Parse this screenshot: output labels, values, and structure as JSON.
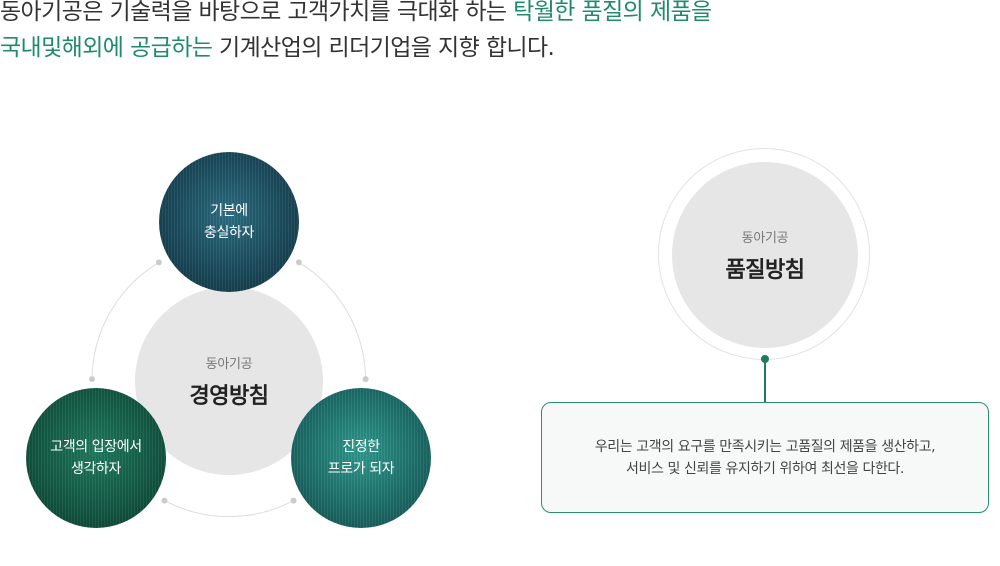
{
  "headline": {
    "line1_text": "동아기공은 기술력을 바탕으로 고객가치를 극대화 하는 ",
    "line1_highlight": "탁월한 품질의 제품을",
    "line2_highlight": "국내및해외에 공급하는",
    "line2_text": " 기계산업의 리더기업을 지향 합니다."
  },
  "management_policy": {
    "company": "동아기공",
    "title": "경영방침",
    "items": [
      {
        "line1": "기본에",
        "line2": "충실하자"
      },
      {
        "line1": "고객의 입장에서",
        "line2": "생각하자"
      },
      {
        "line1": "진정한",
        "line2": "프로가 되자"
      }
    ]
  },
  "quality_policy": {
    "company": "동아기공",
    "title": "품질방침",
    "description_line1": "우리는 고객의 요구를 만족시키는 고품질의 제품을 생산하고,",
    "description_line2": "서비스 및 신뢰를 유지하기 위하여 최선을 다한다."
  },
  "colors": {
    "highlight": "#1f8a6c",
    "accent_green": "#1f7a5e",
    "core_gray": "#e6e6e6"
  }
}
